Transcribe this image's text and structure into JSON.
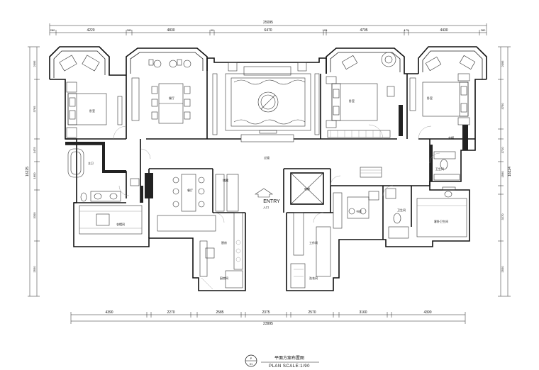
{
  "dimensions": {
    "top_total": "25095",
    "top_segments": [
      "4220",
      "4830",
      "6470",
      "4705",
      "4430"
    ],
    "top_small": [
      "280",
      "280",
      "90",
      "105",
      "175",
      "280"
    ],
    "bottom_total": "23995",
    "bottom_segments": [
      "4390",
      "2270",
      "2585",
      "2375",
      "2570",
      "3160",
      "4390"
    ],
    "left_segments": [
      "2095",
      "3765",
      "1475",
      "1800",
      "3300",
      "2550"
    ],
    "left_total": "16225",
    "right_segments": [
      "2095",
      "3750",
      "1710",
      "1560",
      "3270",
      "2550"
    ],
    "right_total": "16224"
  },
  "rooms": {
    "master_bed_left": "卧室",
    "dining": "餐厅",
    "living": "客厅",
    "bedroom_mid": "卧室",
    "bedroom_right": "卧室",
    "bath_left": "主卫",
    "walk_in": "衣帽间",
    "dining_2": "餐厅",
    "corridor": "过道",
    "kitchen": "厨房",
    "kitchen_room": "厨房间",
    "service": "工作间",
    "study": "书房",
    "toilet": "卫生间",
    "laundry": "洗衣间",
    "storage": "储藏",
    "cloak": "衣帽",
    "wc_right": "卫生间",
    "guest": "客卧卫生间",
    "elevator": "电梯"
  },
  "entry": {
    "label": "ENTRY",
    "sub": "入口"
  },
  "title": {
    "cn": "平面方案布置图",
    "en": "PLAN  SCALE:1/90",
    "symbol_letter": "P",
    "symbol_num": "01"
  }
}
